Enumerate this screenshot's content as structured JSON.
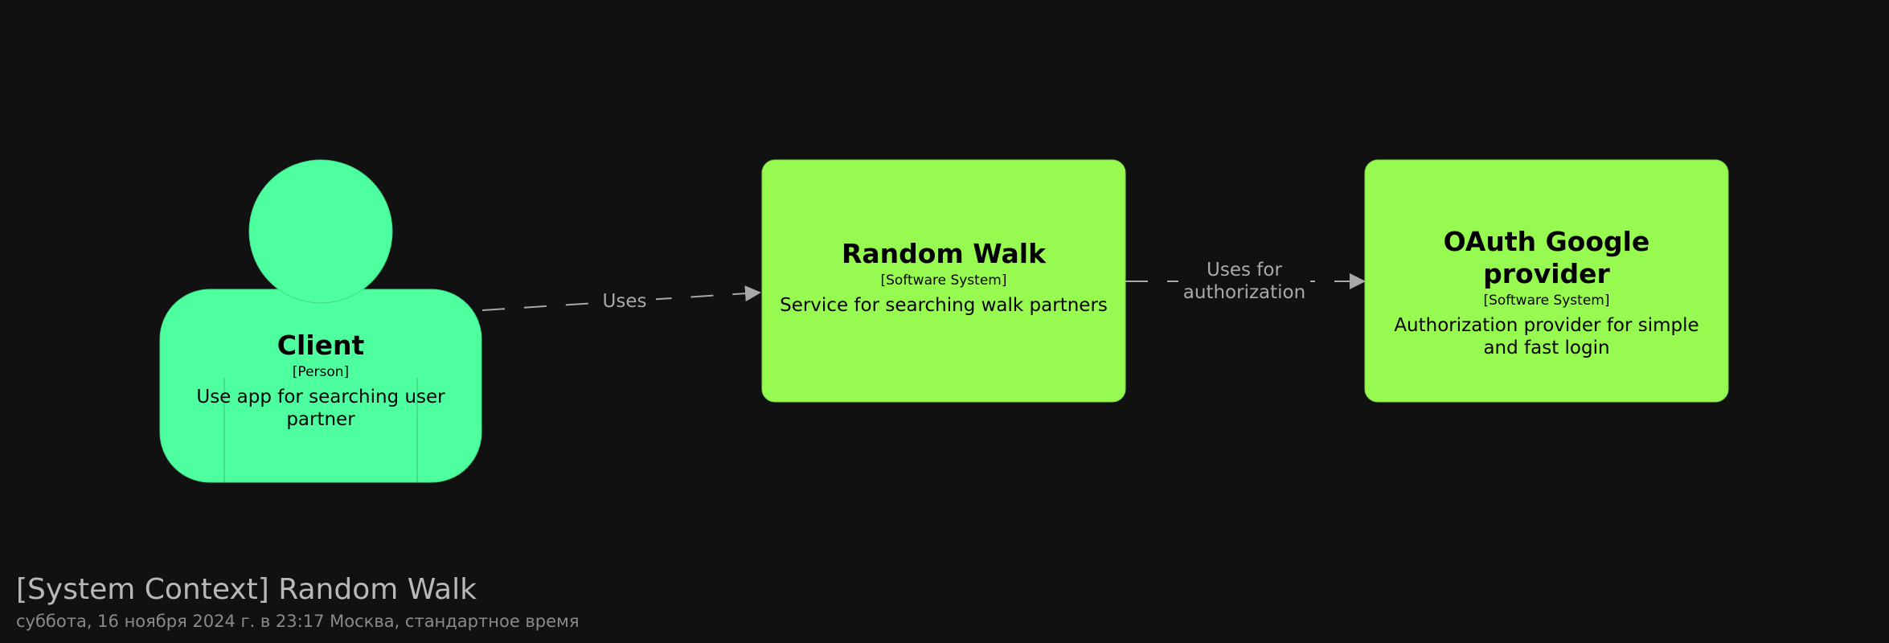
{
  "colors": {
    "background": "#111111",
    "person": "#4dff9f",
    "system": "#96fa50",
    "edge": "#a9a9a9"
  },
  "nodes": {
    "client": {
      "title": "Client",
      "tech": "[Person]",
      "description": "Use app for searching user partner"
    },
    "random_walk": {
      "title": "Random Walk",
      "tech": "[Software System]",
      "description": "Service for searching walk partners"
    },
    "oauth": {
      "title": "OAuth Google provider",
      "tech": "[Software System]",
      "description": "Authorization provider for simple and fast login"
    }
  },
  "edges": {
    "client_to_random_walk": {
      "label": "Uses"
    },
    "random_walk_to_oauth": {
      "label": "Uses for authorization"
    }
  },
  "footer": {
    "title": "[System Context] Random Walk",
    "meta": "суббота, 16 ноября 2024 г. в 23:17 Москва, стандартное время"
  }
}
